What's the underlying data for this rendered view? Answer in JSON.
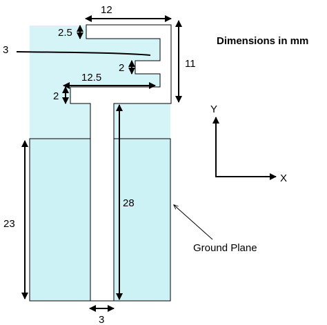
{
  "diagram": {
    "title": "Dimensions in mm",
    "ground_plane_label": "Ground Plane",
    "axes": {
      "y_label": "Y",
      "x_label": "X"
    },
    "dimensions": {
      "top_width": "12",
      "top_arm_thickness": "2.5",
      "feed_arm_width": "3",
      "slot_gap": "2",
      "right_height": "11",
      "lower_arm_length": "12.5",
      "lower_arm_thickness": "2",
      "strip_length": "28",
      "ground_height": "23",
      "strip_width": "3"
    },
    "colors": {
      "substrate": "#d4f4f8",
      "ground_plane": "#ccf2f6",
      "outline": "#000000",
      "antenna": "#ffffff"
    }
  }
}
